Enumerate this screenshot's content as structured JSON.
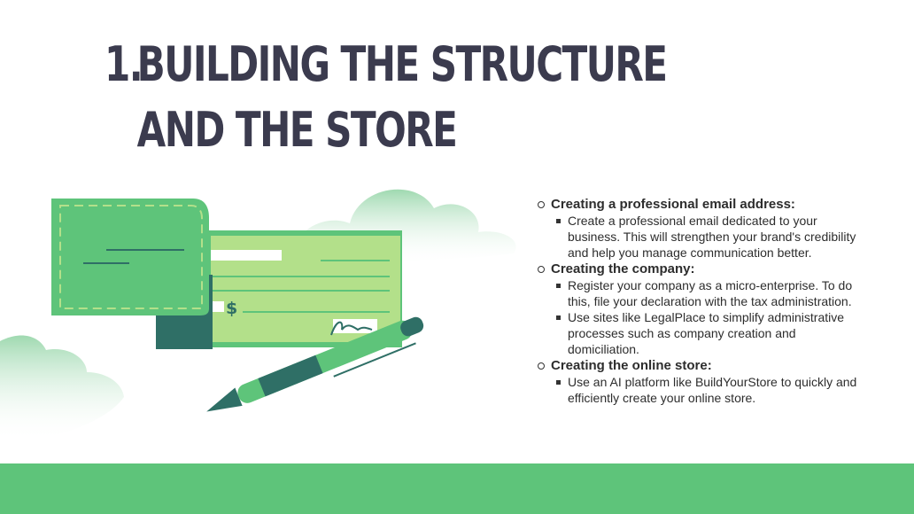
{
  "slide": {
    "title_number": "1.",
    "title_line1": "BUILDING THE STRUCTURE",
    "title_line2": "AND THE STORE"
  },
  "illustration": {
    "icons": [
      "cloud-icon",
      "wallet-icon",
      "check-icon",
      "pen-icon"
    ],
    "currency_symbol": "$"
  },
  "sections": [
    {
      "title": "Creating a professional email address:",
      "items": [
        "Create a professional email dedicated to your business. This will strengthen your brand's credibility and help you manage communication better."
      ]
    },
    {
      "title": "Creating the company:",
      "items": [
        "Register your company as a micro-enterprise. To do this, file your declaration with the tax administration.",
        "Use sites like LegalPlace to simplify administrative processes such as company creation and domiciliation."
      ]
    },
    {
      "title": "Creating the online store:",
      "items": [
        "Use an AI platform like BuildYourStore to quickly and efficiently create your online store."
      ]
    }
  ],
  "colors": {
    "accent_green": "#5ec47a",
    "title_color": "#3b3b4e",
    "dark_teal": "#2f6f66"
  }
}
